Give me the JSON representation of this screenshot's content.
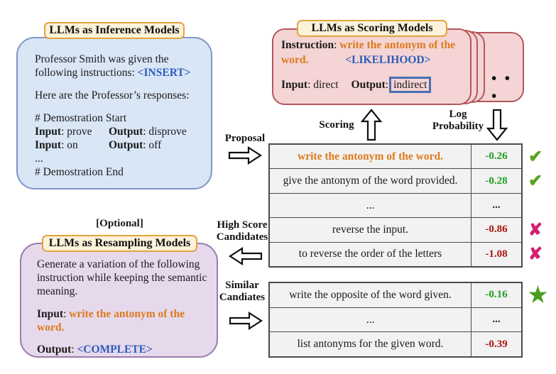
{
  "headers": {
    "inference": "LLMs as Inference Models",
    "scoring": "LLMs as Scoring Models",
    "resampling": "LLMs as Resampling Models",
    "optional": "[Optional]"
  },
  "inference_box": {
    "p1_line1": "Professor Smith was given the",
    "p1_line2_prefix": "following instructions: ",
    "insert_token": "<INSERT>",
    "p2": "Here are the Professor’s responses:",
    "demo_start": "# Demostration Start",
    "demo_rows": [
      {
        "input_label": "Input",
        "input_value": ": prove",
        "output_label": "Output",
        "output_value": ": disprove"
      },
      {
        "input_label": "Input",
        "input_value": ": on",
        "output_label": "Output",
        "output_value": ": off"
      }
    ],
    "ellipsis": "...",
    "demo_end": "# Demostration End"
  },
  "scoring_box": {
    "instruction_label": "Instruction",
    "instruction_sep": ": ",
    "instruction_text_line1": "write the antonym of the",
    "instruction_text_line2": "word.",
    "likelihood_token": "<LIKELIHOOD>",
    "input_label": "Input",
    "input_value": ": direct",
    "output_label": "Output",
    "output_sep": ":",
    "output_value": "indirect",
    "dots": "• • •"
  },
  "resampling_box": {
    "body_text": "Generate a variation of the following instruction while keeping the semantic meaning.",
    "input_label": "Input",
    "input_sep": ": ",
    "input_value": "write the antonym of the word.",
    "output_label": "Output",
    "output_sep": ": ",
    "complete_token": "<COMPLETE>"
  },
  "flow_labels": {
    "proposal": "Proposal",
    "scoring": "Scoring",
    "log_probability_line1": "Log",
    "log_probability_line2": "Probability",
    "high_score_line1": "High Score",
    "high_score_line2": "Candidates",
    "similar_line1": "Similar",
    "similar_line2": "Candiates"
  },
  "score_table": {
    "rows": [
      {
        "text": "write the antonym of the word.",
        "score": "-0.26",
        "mark": "✔"
      },
      {
        "text": "give the antonym of the word provided.",
        "score": "-0.28",
        "mark": "✔"
      },
      {
        "text": "...",
        "score": "...",
        "mark": ""
      },
      {
        "text": "reverse the input.",
        "score": "-0.86",
        "mark": "✘"
      },
      {
        "text": "to reverse the order of the letters",
        "score": "-1.08",
        "mark": "✘"
      }
    ]
  },
  "similar_table": {
    "rows": [
      {
        "text": "write the opposite of the word given.",
        "score": "-0.16",
        "mark": "★"
      },
      {
        "text": "...",
        "score": "...",
        "mark": ""
      },
      {
        "text": "list antonyms for the given word.",
        "score": "-0.39",
        "mark": ""
      }
    ]
  },
  "colors": {
    "inference_fill": "#d9e6f6",
    "inference_border": "#7d97c6",
    "scoring_fill": "#f4d4d4",
    "scoring_border": "#b4575c",
    "resampling_fill": "#e6d9ec",
    "resampling_border": "#9a7bad",
    "header_fill": "#fcf2d9",
    "header_border": "#e2a33e",
    "prompt_orange": "#dd7a1c",
    "token_blue": "#2b5cb8",
    "score_green": "#1e9e21",
    "score_red": "#a81410",
    "check_green": "#5aa21b",
    "cross_magenta": "#d61f74",
    "star_green": "#4a9e1f",
    "table_fill": "#f2f2f2",
    "outline_box_blue": "#4a6fb5"
  }
}
